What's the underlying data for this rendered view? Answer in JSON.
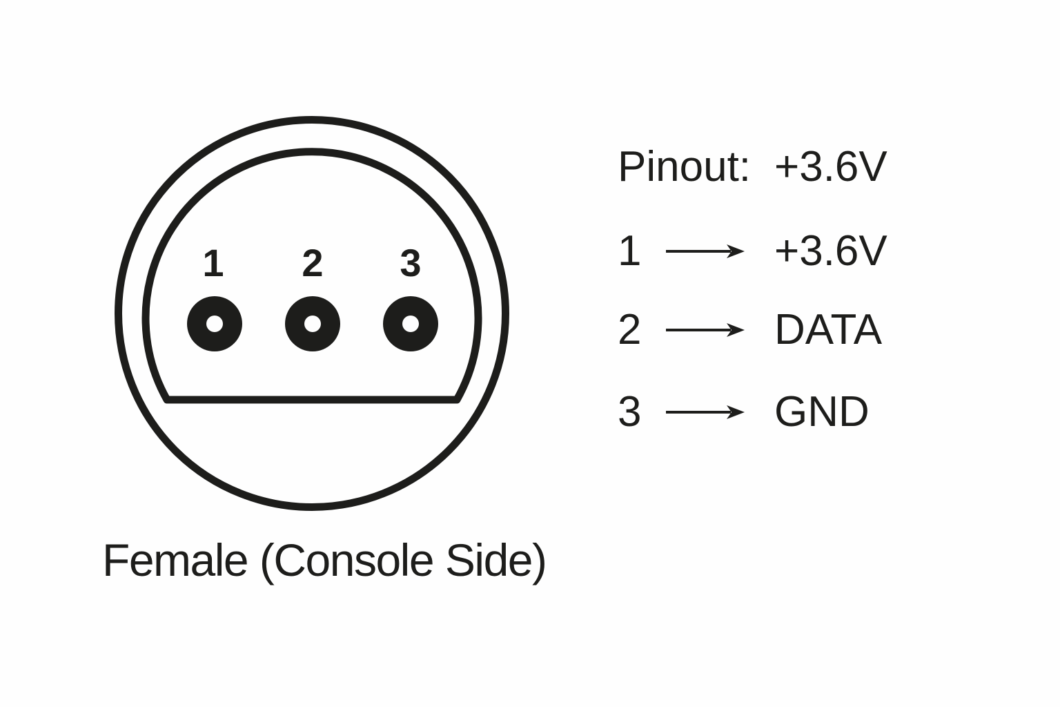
{
  "diagram": {
    "title": "",
    "connector": {
      "caption": "Female (Console Side)",
      "pin_labels": {
        "pin1": "1",
        "pin2": "2",
        "pin3": "3"
      }
    },
    "pinout": {
      "header_label": "Pinout:",
      "header_value": "+3.6V",
      "rows": [
        {
          "pin": "1",
          "signal": "+3.6V"
        },
        {
          "pin": "2",
          "signal": "DATA"
        },
        {
          "pin": "3",
          "signal": "GND"
        }
      ]
    },
    "icons": {
      "row_arrow": "arrow-right"
    },
    "colors": {
      "ink": "#1d1d1b",
      "background": "#fefefe"
    }
  }
}
